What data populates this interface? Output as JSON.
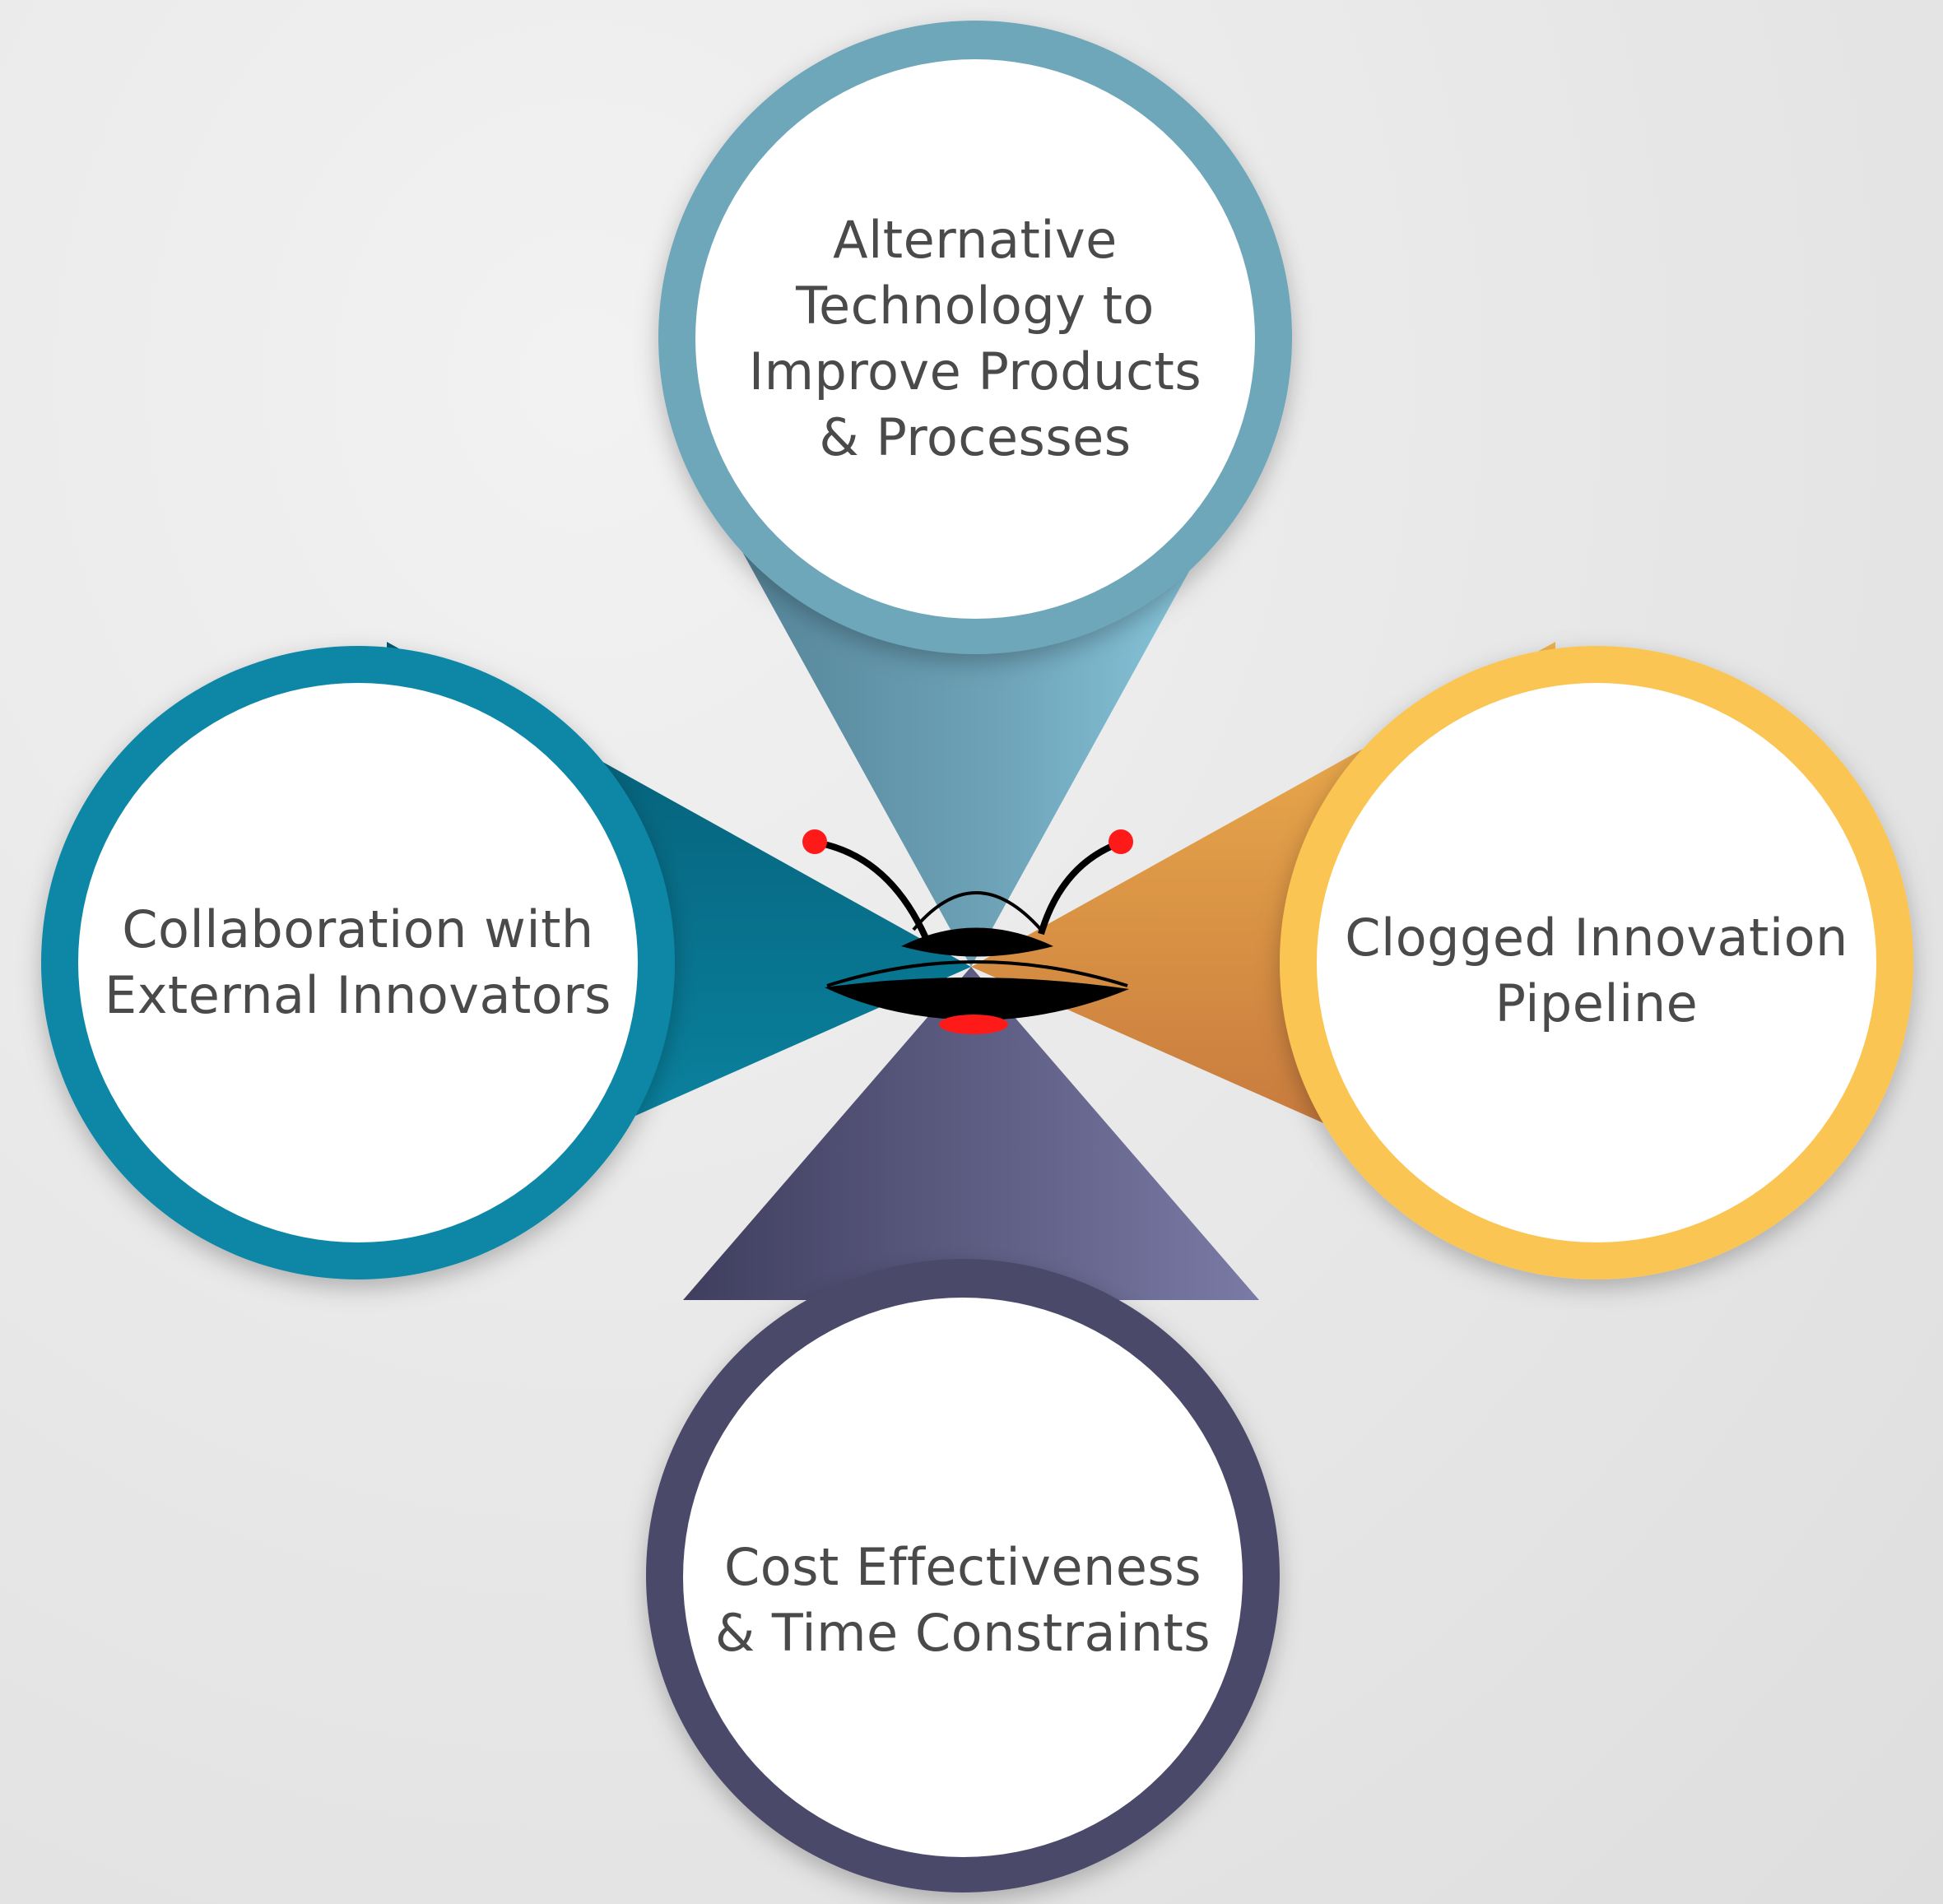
{
  "nodes": {
    "top": {
      "line1": "Alternative",
      "line2": "Technology to",
      "line3": "Improve Products",
      "line4": "& Processes"
    },
    "left": {
      "line1": "Collaboration with",
      "line2": "External Innovators"
    },
    "right": {
      "line1": "Clogged Innovation",
      "line2": "Pipeline"
    },
    "bottom": {
      "line1": "Cost Effectiveness",
      "line2": "& Time Constraints"
    }
  },
  "colors": {
    "top": "#7aafc2",
    "left": "#0a87a5",
    "right": "#f9c452",
    "bottom": "#4b4a6c",
    "saucer_light": "#ff1a1a"
  },
  "center_icon": "flying-saucer-icon"
}
